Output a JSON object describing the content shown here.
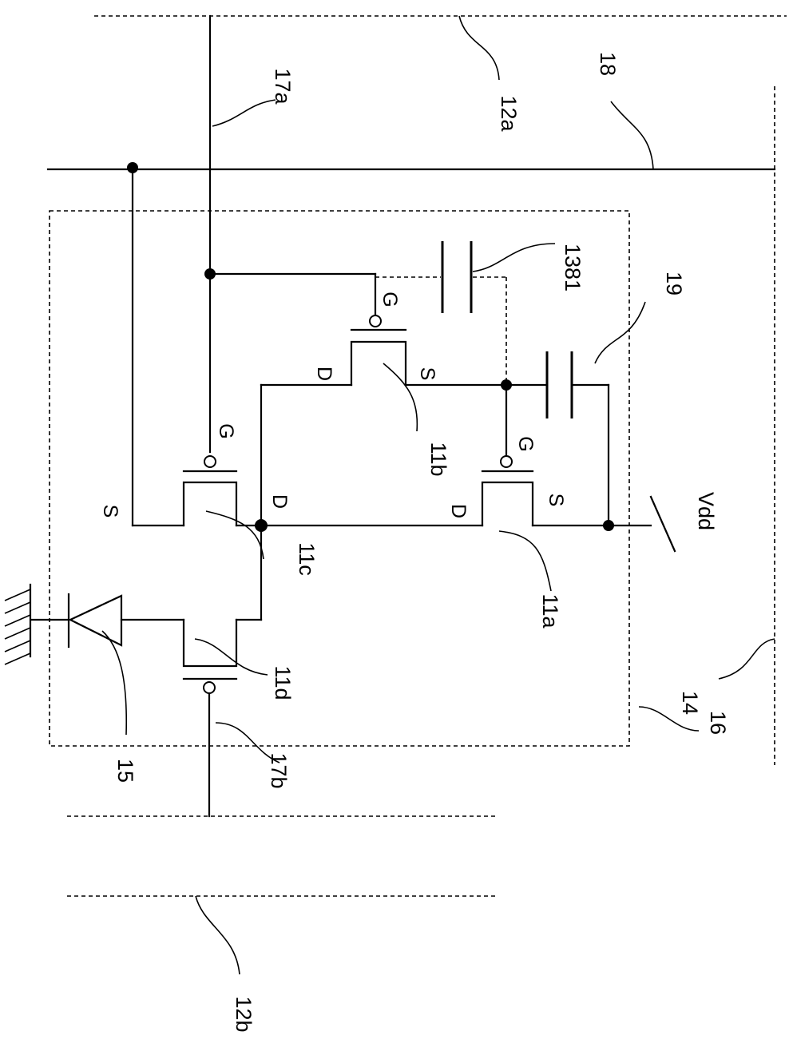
{
  "labels": {
    "ref_12a": "12a",
    "ref_18": "18",
    "ref_17a": "17a",
    "ref_1381": "1381",
    "ref_19": "19",
    "ref_11b": "11b",
    "ref_vdd": "Vdd",
    "ref_11c": "11c",
    "ref_11a": "11a",
    "ref_11d": "11d",
    "ref_14": "14",
    "ref_16": "16",
    "ref_15": "15",
    "ref_17b": "17b",
    "ref_12b": "12b"
  },
  "pins": {
    "t11c_gate": "G",
    "t11c_source": "S",
    "t11c_drain": "D",
    "t11b_gate": "G",
    "t11b_drain": "D",
    "t11b_source": "S",
    "t11a_gate": "G",
    "t11a_drain": "D",
    "t11a_source": "S"
  }
}
